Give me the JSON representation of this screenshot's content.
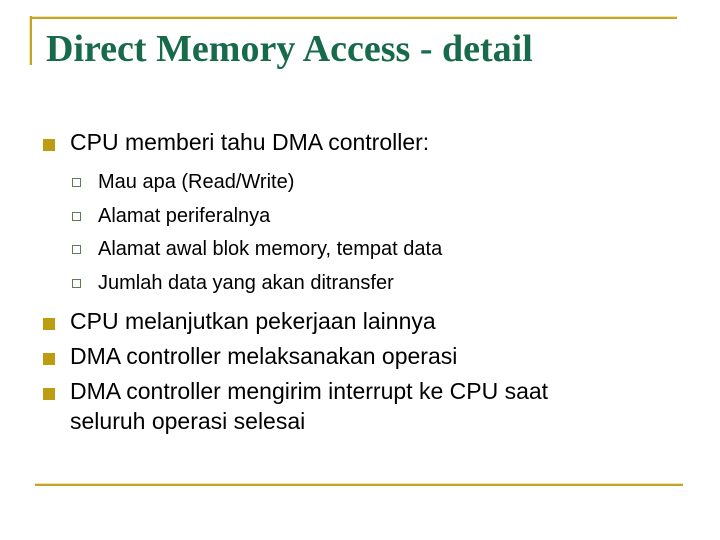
{
  "slide": {
    "title": "Direct Memory Access - detail",
    "bullets": [
      {
        "label": "CPU memberi tahu DMA controller:",
        "sub": [
          "Mau apa (Read/Write)",
          "Alamat periferalnya",
          "Alamat awal blok memory, tempat data",
          "Jumlah data yang akan ditransfer"
        ]
      },
      {
        "label": "CPU melanjutkan pekerjaan lainnya"
      },
      {
        "label": "DMA controller melaksanakan operasi"
      },
      {
        "label": "DMA controller mengirim interrupt ke CPU saat seluruh operasi selesai"
      }
    ],
    "colors": {
      "background": "#FFFFFF",
      "title_green": "#176A4A",
      "accent_gold": "#C5A42A",
      "accent_gold_light": "#EDE6B0",
      "bullet_gold": "#BC9C10",
      "sub_bullet_green": "#5F7D50",
      "body_text": "#000000"
    }
  }
}
